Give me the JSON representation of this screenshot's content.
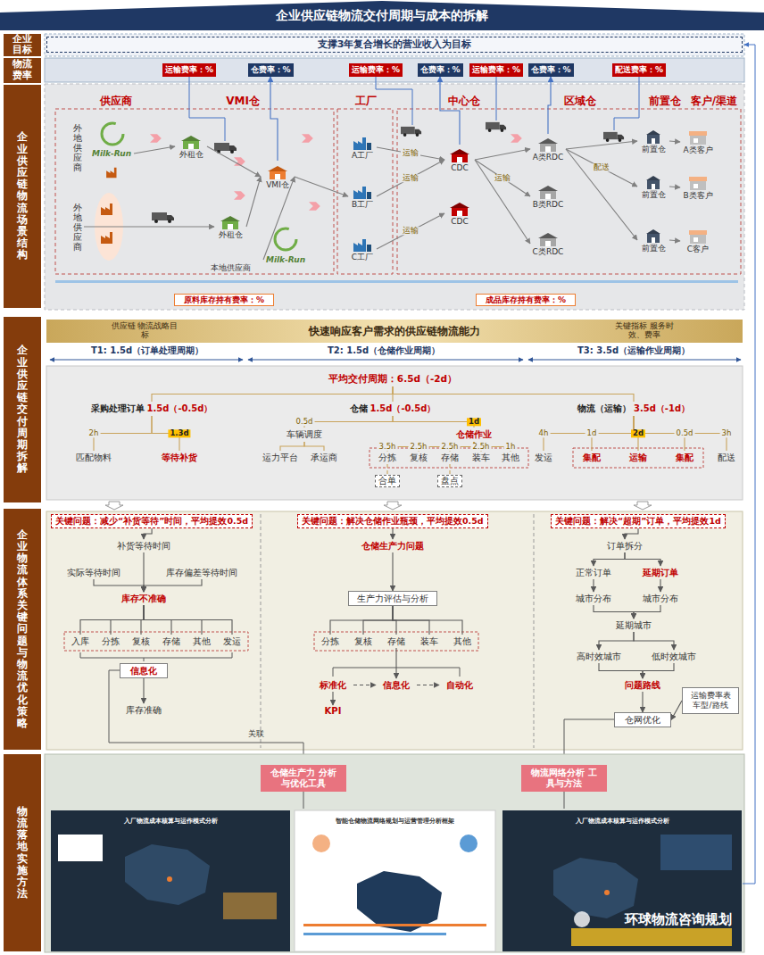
{
  "diagram": {
    "title": "企业供应链物流交付周期与成本的拆解",
    "nodes": [
      {
        "text": [
          "企业目标"
        ]
      },
      {
        "text": [
          "物流费率"
        ]
      },
      {
        "text": [
          "企业供应链物流场景结构"
        ]
      },
      {
        "text": [
          "企业供应链交付周期拆解"
        ]
      },
      {
        "text": [
          "企业物流体系关键问题与物流优化策略"
        ]
      },
      {
        "text": [
          "物流落地实施方法"
        ]
      },
      {
        "text": [
          "支撑3年复合增长的营业收入为目标"
        ]
      },
      {
        "text": [
          "运输费率：%"
        ]
      },
      {
        "text": [
          "仓费率：%"
        ]
      },
      {
        "text": [
          "运输费率：%"
        ]
      },
      {
        "text": [
          "仓费率：%"
        ]
      },
      {
        "text": [
          "运输费率：%"
        ]
      },
      {
        "text": [
          "仓费率：%"
        ]
      },
      {
        "text": [
          "配送费率：%"
        ]
      },
      {
        "text": [
          "外地供应商"
        ]
      },
      {
        "text": [
          "Milk-Run"
        ]
      },
      {
        "text": [
          "外租仓"
        ]
      },
      {
        "text": [
          "外地供应商"
        ]
      },
      {
        "text": [
          "外租仓"
        ]
      },
      {
        "text": [
          "VMI仓"
        ]
      },
      {
        "text": [
          "Milk-Run"
        ]
      },
      {
        "text": [
          "A工厂"
        ]
      },
      {
        "text": [
          "B工厂"
        ]
      },
      {
        "text": [
          "C工厂"
        ]
      },
      {
        "text": [
          "CDC"
        ]
      },
      {
        "text": [
          "CDC"
        ]
      },
      {
        "text": [
          "A类RDC"
        ]
      },
      {
        "text": [
          "B类RDC"
        ]
      },
      {
        "text": [
          "C类RDC"
        ]
      },
      {
        "text": [
          "前置仓"
        ]
      },
      {
        "text": [
          "前置仓"
        ]
      },
      {
        "text": [
          "前置仓"
        ]
      },
      {
        "text": [
          "A类客户"
        ]
      },
      {
        "text": [
          "B类客户"
        ]
      },
      {
        "text": [
          "C客户"
        ]
      },
      {
        "text": [
          "原料库存持有费率：%"
        ]
      },
      {
        "text": [
          "成品库存持有费率：%"
        ]
      },
      {
        "text": [
          "供应链 物流战略目标",
          "快速响应客户需求的供应链物流能力",
          "关键指标 服务时效、费率"
        ]
      },
      {
        "text": [
          "平均交付周期：6.5d（-2d）"
        ]
      },
      {
        "text": [
          "采购处理订单",
          "1.5d（-0.5d）"
        ]
      },
      {
        "text": [
          "仓储",
          "1.5d（-0.5d）"
        ]
      },
      {
        "text": [
          "物流（运输）",
          "3.5d（-1d）"
        ]
      },
      {
        "text": [
          "匹配物料"
        ]
      },
      {
        "text": [
          "等待补货"
        ]
      },
      {
        "text": [
          "车辆调度"
        ]
      },
      {
        "text": [
          "仓储作业"
        ]
      },
      {
        "text": [
          "运力平台"
        ]
      },
      {
        "text": [
          "承运商"
        ]
      },
      {
        "text": [
          "分拣"
        ]
      },
      {
        "text": [
          "复核"
        ]
      },
      {
        "text": [
          "存储"
        ]
      },
      {
        "text": [
          "装车"
        ]
      },
      {
        "text": [
          "其他"
        ]
      },
      {
        "text": [
          "合单"
        ]
      },
      {
        "text": [
          "盘点"
        ]
      },
      {
        "text": [
          "发运"
        ]
      },
      {
        "text": [
          "集配"
        ]
      },
      {
        "text": [
          "运输"
        ]
      },
      {
        "text": [
          "集配"
        ]
      },
      {
        "text": [
          "配送"
        ]
      },
      {
        "text": [
          "关键问题：减少“补货等待”时间，平均提效0.5d"
        ]
      },
      {
        "text": [
          "补货等待时间"
        ]
      },
      {
        "text": [
          "实际等待时间"
        ]
      },
      {
        "text": [
          "库存偏差等待时间"
        ]
      },
      {
        "text": [
          "库存不准确"
        ]
      },
      {
        "text": [
          "入库"
        ]
      },
      {
        "text": [
          "分拣"
        ]
      },
      {
        "text": [
          "复核"
        ]
      },
      {
        "text": [
          "存储"
        ]
      },
      {
        "text": [
          "其他"
        ]
      },
      {
        "text": [
          "发运"
        ]
      },
      {
        "text": [
          "信息化"
        ]
      },
      {
        "text": [
          "库存准确"
        ]
      },
      {
        "text": [
          "关键问题：解决仓储作业瓶颈，平均提效0.5d"
        ]
      },
      {
        "text": [
          "仓储生产力问题"
        ]
      },
      {
        "text": [
          "生产力评估与分析"
        ]
      },
      {
        "text": [
          "分拣"
        ]
      },
      {
        "text": [
          "复核"
        ]
      },
      {
        "text": [
          "存储"
        ]
      },
      {
        "text": [
          "装车"
        ]
      },
      {
        "text": [
          "其他"
        ]
      },
      {
        "text": [
          "标准化"
        ]
      },
      {
        "text": [
          "信息化"
        ]
      },
      {
        "text": [
          "自动化"
        ]
      },
      {
        "text": [
          "KPI"
        ]
      },
      {
        "text": [
          "关键问题：解决“超期”订单，平均提效1d"
        ]
      },
      {
        "text": [
          "订单拆分"
        ]
      },
      {
        "text": [
          "正常订单"
        ]
      },
      {
        "text": [
          "延期订单"
        ]
      },
      {
        "text": [
          "城市分布"
        ]
      },
      {
        "text": [
          "城市分布"
        ]
      },
      {
        "text": [
          "延期城市"
        ]
      },
      {
        "text": [
          "高时效城市"
        ]
      },
      {
        "text": [
          "低时效城市"
        ]
      },
      {
        "text": [
          "问题路线"
        ]
      },
      {
        "text": [
          "仓网优化"
        ]
      },
      {
        "text": [
          "运输费率表",
          "车型/路线"
        ]
      },
      {
        "text": [
          "仓储生产力 分析与优化工具"
        ]
      },
      {
        "text": [
          "物流网络分析 工具与方法"
        ]
      }
    ],
    "edges": [
      {
        "from": 15,
        "to": 16,
        "arrow": "to"
      },
      {
        "from": 16,
        "to": 19,
        "arrow": "to"
      },
      {
        "from": 17,
        "to": 18,
        "arrow": "to"
      },
      {
        "from": 18,
        "to": 19,
        "arrow": "to"
      },
      {
        "from": 20,
        "to": 19,
        "arrow": "to"
      },
      {
        "from": 19,
        "to": 22,
        "arrow": "to"
      },
      {
        "from": 21,
        "to": 24,
        "label": "运输",
        "arrow": "to"
      },
      {
        "from": 22,
        "to": 24,
        "label": "运输",
        "arrow": "to"
      },
      {
        "from": 23,
        "to": 25,
        "label": "运输",
        "arrow": "to"
      },
      {
        "from": 24,
        "to": 27,
        "label": "运输",
        "arrow": "to"
      },
      {
        "from": 24,
        "to": 26,
        "arrow": "to"
      },
      {
        "from": 24,
        "to": 28,
        "arrow": "to"
      },
      {
        "from": 26,
        "to": 29,
        "arrow": "to"
      },
      {
        "from": 26,
        "to": 30,
        "label": "配送",
        "arrow": "to"
      },
      {
        "from": 26,
        "to": 31,
        "arrow": "to"
      },
      {
        "from": 29,
        "to": 32,
        "arrow": "to"
      },
      {
        "from": 30,
        "to": 33,
        "arrow": "to"
      },
      {
        "from": 31,
        "to": 34,
        "arrow": "to"
      },
      {
        "from": 19,
        "to": 8,
        "arrow": "to"
      },
      {
        "from": 24,
        "to": 10,
        "arrow": "to"
      },
      {
        "from": 26,
        "to": 12,
        "arrow": "to"
      },
      {
        "from": 38,
        "to": 39,
        "arrow": "none"
      },
      {
        "from": 38,
        "to": 40,
        "arrow": "none"
      },
      {
        "from": 38,
        "to": 41,
        "arrow": "none"
      },
      {
        "from": 39,
        "to": 42,
        "label": "2h",
        "arrow": "none"
      },
      {
        "from": 39,
        "to": 43,
        "label": "1.3d",
        "arrow": "none"
      },
      {
        "from": 40,
        "to": 44,
        "label": "0.5d",
        "arrow": "none"
      },
      {
        "from": 40,
        "to": 45,
        "label": "1d",
        "arrow": "none"
      },
      {
        "from": 44,
        "to": 46,
        "arrow": "none"
      },
      {
        "from": 44,
        "to": 47,
        "arrow": "none"
      },
      {
        "from": 45,
        "to": 48,
        "label": "3.5h",
        "arrow": "none"
      },
      {
        "from": 45,
        "to": 49,
        "label": "2.5h",
        "arrow": "none"
      },
      {
        "from": 45,
        "to": 50,
        "label": "2.5h",
        "arrow": "none"
      },
      {
        "from": 45,
        "to": 51,
        "label": "2.5h",
        "arrow": "none"
      },
      {
        "from": 45,
        "to": 52,
        "label": "1h",
        "arrow": "none"
      },
      {
        "from": 48,
        "to": 53,
        "arrow": "none"
      },
      {
        "from": 50,
        "to": 54,
        "arrow": "none"
      },
      {
        "from": 41,
        "to": 55,
        "label": "4h",
        "arrow": "none"
      },
      {
        "from": 41,
        "to": 56,
        "label": "1d",
        "arrow": "none"
      },
      {
        "from": 41,
        "to": 57,
        "label": "2d",
        "arrow": "none"
      },
      {
        "from": 41,
        "to": 58,
        "label": "0.5d",
        "arrow": "none"
      },
      {
        "from": 41,
        "to": 59,
        "label": "3h",
        "arrow": "none"
      },
      {
        "from": 60,
        "to": 61,
        "arrow": "to"
      },
      {
        "from": 61,
        "to": 64,
        "arrow": "to"
      },
      {
        "from": 62,
        "to": 64,
        "arrow": "to"
      },
      {
        "from": 63,
        "to": 64,
        "arrow": "to"
      },
      {
        "from": 64,
        "to": 65,
        "arrow": "none"
      },
      {
        "from": 64,
        "to": 66,
        "arrow": "none"
      },
      {
        "from": 64,
        "to": 67,
        "arrow": "none"
      },
      {
        "from": 64,
        "to": 68,
        "arrow": "none"
      },
      {
        "from": 64,
        "to": 69,
        "arrow": "none"
      },
      {
        "from": 64,
        "to": 70,
        "arrow": "none"
      },
      {
        "from": 71,
        "to": 72,
        "arrow": "to"
      },
      {
        "from": 73,
        "to": 74,
        "arrow": "to"
      },
      {
        "from": 74,
        "to": 75,
        "arrow": "to"
      },
      {
        "from": 75,
        "to": 76,
        "arrow": "none"
      },
      {
        "from": 75,
        "to": 77,
        "arrow": "none"
      },
      {
        "from": 75,
        "to": 78,
        "arrow": "none"
      },
      {
        "from": 75,
        "to": 79,
        "arrow": "none"
      },
      {
        "from": 75,
        "to": 80,
        "arrow": "none"
      },
      {
        "from": 78,
        "to": 82,
        "arrow": "to"
      },
      {
        "from": 81,
        "to": 82,
        "arrow": "to"
      },
      {
        "from": 82,
        "to": 83,
        "arrow": "to"
      },
      {
        "from": 81,
        "to": 84,
        "arrow": "to"
      },
      {
        "from": 85,
        "to": 86,
        "arrow": "to"
      },
      {
        "from": 86,
        "to": 87,
        "arrow": "to"
      },
      {
        "from": 86,
        "to": 88,
        "arrow": "to"
      },
      {
        "from": 87,
        "to": 89,
        "arrow": "to"
      },
      {
        "from": 88,
        "to": 90,
        "arrow": "to"
      },
      {
        "from": 89,
        "to": 91,
        "arrow": "to"
      },
      {
        "from": 90,
        "to": 91,
        "arrow": "to"
      },
      {
        "from": 91,
        "to": 92,
        "arrow": "to"
      },
      {
        "from": 91,
        "to": 93,
        "arrow": "to"
      },
      {
        "from": 92,
        "to": 94,
        "arrow": "to"
      },
      {
        "from": 93,
        "to": 94,
        "arrow": "to"
      },
      {
        "from": 94,
        "to": 95,
        "arrow": "to"
      },
      {
        "from": 96,
        "to": 95,
        "arrow": "to"
      }
    ],
    "labels": [
      "供应商",
      "VMI仓",
      "工厂",
      "中心仓",
      "区域仓",
      "前置仓",
      "客户/渠道",
      "本地供应商",
      "T1: 1.5d（订单处理周期）",
      "T2: 1.5d（仓储作业周期）",
      "T3: 3.5d（运输作业周期）",
      "关联",
      "入厂物流成本核算与运作模式分析",
      "智能仓储物流网络规划与运营管理分析框架",
      "入厂物流成本核算与运作模式分析",
      "环球物流咨询规划"
    ]
  }
}
